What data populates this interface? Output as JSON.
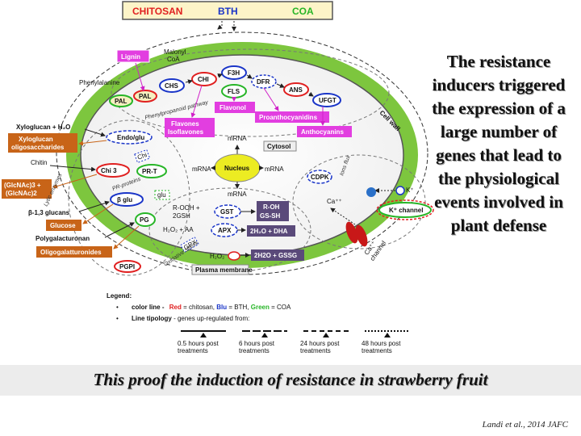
{
  "header": {
    "chitosan": "CHITOSAN",
    "bth": "BTH",
    "coa": "COA",
    "colors": {
      "chitosan": "#e02020",
      "bth": "#1a35c8",
      "coa": "#27b527",
      "background": "#fdf4c8"
    }
  },
  "diagram": {
    "lignin": "Lignin",
    "malonyl_coa": "Malonyl\nCoA",
    "phenylalanine": "Phenylalanine",
    "pal": "PAL",
    "chs": "CHS",
    "chi": "CHI",
    "f3h": "F3H",
    "dfr": "DFR",
    "fls": "FLS",
    "ans": "ANS",
    "ufgt": "UFGT",
    "flavonol": "Flavonol",
    "proanthocyanidins": "Proanthocyanidins",
    "anthocyanins": "Anthocyanins",
    "flavones": "Flavones\nIsoflavones",
    "pathway": "Phenylpropanoid pathway",
    "cell_wall": "Cell wall",
    "cytosol": "Cytosol",
    "nucleus": "Nucleus",
    "mrna": "mRNA",
    "xyloglucan_h2o": "Xyloglucan + H₂O",
    "xyloglucan_olig": "Xyloglucan\noligosaccharides",
    "endo_glu": "Endo/glu",
    "chitin": "Chitin",
    "chi3": "Chi 3",
    "chi_small": "Chi",
    "prt": "PR-T",
    "glcnac": "(GlcNAc)3 +\n(GlcNAc)2",
    "lytic": "Lytic enzymes",
    "pr_proteins": "PR-proteins",
    "b_glu": "β glu",
    "glu": "glu",
    "b13": "β-1,3 glucans",
    "glucose": "Glucose",
    "polygal": "Polygalacturonan",
    "pg": "PG",
    "oligogal": "Oligogalatturonides",
    "pgpi": "PGPI",
    "rooh": "R-OOH +\n2GSH",
    "gst": "GST",
    "roh": "R-OH\nGS-SH",
    "h2o2_aa": "H₂O₂ + AA",
    "apx": "APX",
    "dha": "2H₂O + DHA",
    "gpx": "GPX",
    "h2o2": "H₂O₂",
    "gssg": "2H2O + GSSG",
    "oxidative": "Oxidative stress",
    "plasma": "Plasma membrane",
    "ions_flux": "Ions flux",
    "cdpk": "CDPK",
    "ca": "Ca⁺⁺",
    "kplus": "K⁺",
    "kchannel": "K⁺ channel",
    "ca_channel": "Ca⁺⁺\nchannel"
  },
  "legend": {
    "title": "Legend:",
    "color_line_label": "color line -",
    "red": "Red",
    "eq1": "= chitosan,",
    "blu": "Blu",
    "eq2": "= BTH,",
    "green": "Green",
    "eq3": "= COA",
    "line_label": "Line tipology",
    "line_desc": "- genes up-regulated  from:",
    "items": [
      "0.5 hours post\ntreatments",
      "6 hours post\ntreatments",
      "24 hours post\ntreatments",
      "48 hours post\ntreatments"
    ]
  },
  "side_text": "The resistance inducers triggered the expression of a large number of genes that lead to the physiological events involved in plant defense",
  "banner": "This proof the induction of resistance in strawberry fruit",
  "citation": "Landi et al., 2014 JAFC"
}
